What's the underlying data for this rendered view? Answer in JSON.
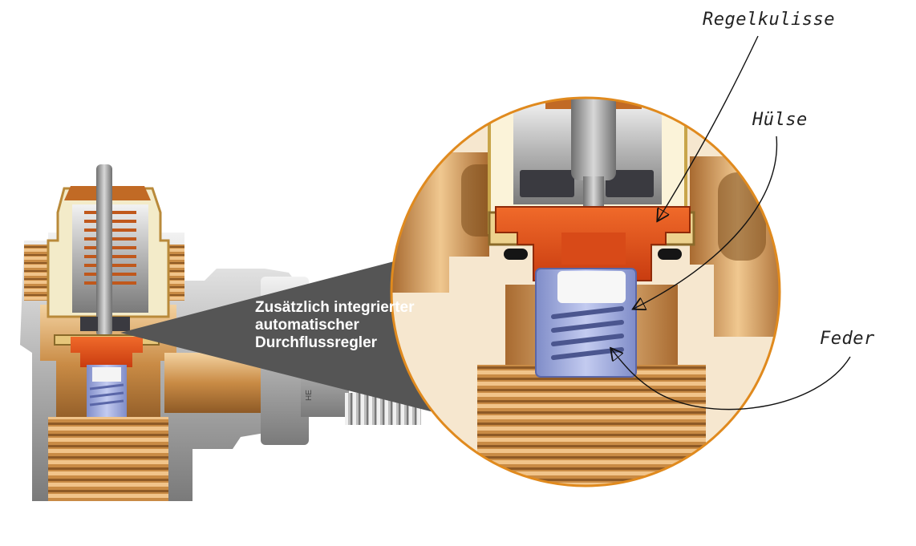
{
  "callout": {
    "line1": "Zusätzlich integrierter",
    "line2": "automatischer",
    "line3": "Durchflussregler"
  },
  "labels": {
    "regelkulisse": "Regelkulisse",
    "huelse": "Hülse",
    "feder": "Feder"
  },
  "nut_marking": "HE",
  "colors": {
    "circle_border": "#e08a1e",
    "callout_bg": "#555555",
    "brass": "#c9954e",
    "regulator_orange": "#e0501e",
    "sleeve_blue": "#9aa6d8"
  }
}
